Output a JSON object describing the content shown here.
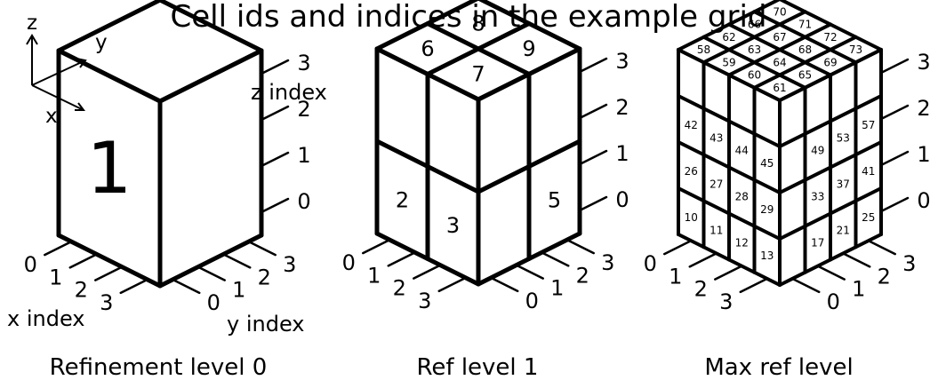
{
  "title": "Cell ids and indices in the example grid",
  "axes_glyph": {
    "z": "z",
    "y": "y",
    "x": "x"
  },
  "index_labels": {
    "z": "z index",
    "x": "x index",
    "y": "y index"
  },
  "ticks": [
    "0",
    "1",
    "2",
    "3"
  ],
  "captions": [
    "Refinement level 0",
    "Ref level 1",
    "Max ref level"
  ],
  "level0": {
    "cell": "1"
  },
  "level1": {
    "top": [
      "6",
      "8",
      "7",
      "9"
    ],
    "front": [
      "2",
      "3"
    ],
    "right": [
      "5"
    ]
  },
  "level2": {
    "top": [
      "58",
      "62",
      "66",
      "70",
      "59",
      "63",
      "67",
      "71",
      "60",
      "64",
      "68",
      "72",
      "61",
      "65",
      "69",
      "73"
    ],
    "front": [
      "42",
      "43",
      "44",
      "45",
      "26",
      "27",
      "28",
      "29",
      "10",
      "11",
      "12",
      "13"
    ],
    "right": [
      "49",
      "53",
      "57",
      "33",
      "37",
      "41",
      "17",
      "21",
      "25"
    ]
  }
}
